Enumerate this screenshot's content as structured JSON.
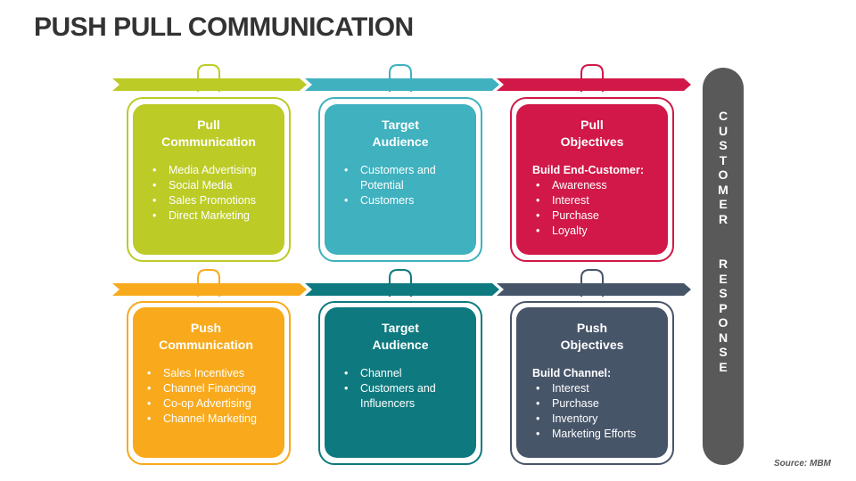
{
  "title": "PUSH PULL COMMUNICATION",
  "source": "Source: MBM",
  "side_label_word1": "CUSTOMER",
  "side_label_word2": "RESPONSE",
  "colors": {
    "lime": "#bccb26",
    "teal": "#3fb1bf",
    "crimson": "#d11848",
    "orange": "#f8aa1c",
    "darkteal": "#0e7a7f",
    "slate": "#475569",
    "pill": "#595959"
  },
  "row1": [
    {
      "title1": "Pull",
      "title2": "Communication",
      "items": [
        "Media Advertising",
        "Social Media",
        "Sales Promotions",
        "Direct Marketing"
      ]
    },
    {
      "title1": "Target",
      "title2": "Audience",
      "items": [
        "Customers and Potential",
        "Customers"
      ]
    },
    {
      "title1": "Pull",
      "title2": "Objectives",
      "subtitle": "Build End-Customer:",
      "items": [
        "Awareness",
        "Interest",
        "Purchase",
        "Loyalty"
      ]
    }
  ],
  "row2": [
    {
      "title1": "Push",
      "title2": "Communication",
      "items": [
        "Sales Incentives",
        "Channel Financing",
        "Co-op Advertising",
        "Channel Marketing"
      ]
    },
    {
      "title1": "Target",
      "title2": "Audience",
      "items": [
        "Channel",
        "Customers and Influencers"
      ]
    },
    {
      "title1": "Push",
      "title2": "Objectives",
      "subtitle": "Build Channel:",
      "items": [
        "Interest",
        "Purchase",
        "Inventory",
        "Marketing Efforts"
      ]
    }
  ]
}
